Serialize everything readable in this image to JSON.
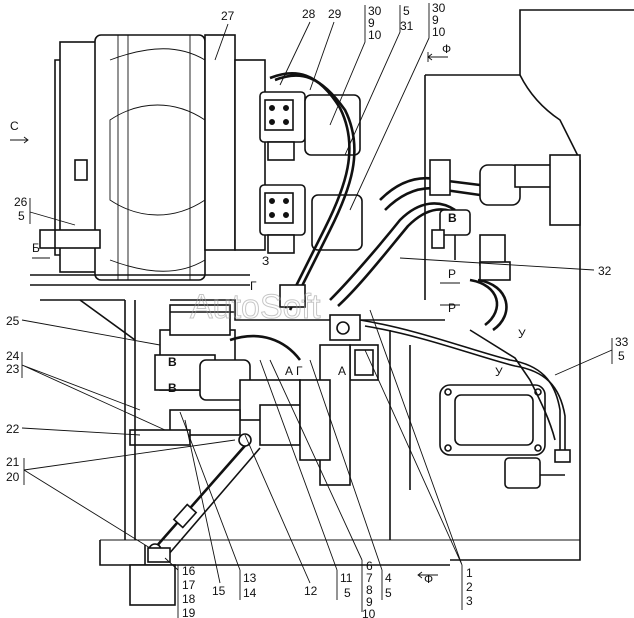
{
  "watermark": "AutoSoft",
  "view_markers": {
    "c": "С",
    "f_top": "Ф",
    "f_bottom": "Ф",
    "b_left": "Б",
    "v1": "В",
    "v2": "В",
    "v3": "В",
    "g1": "Г",
    "g2": "Г",
    "a1": "А",
    "a2": "А",
    "p1": "Р",
    "p2": "Р",
    "u1": "У",
    "u2": "У",
    "z": "З"
  },
  "callouts": {
    "c27": "27",
    "c28": "28",
    "c29": "29",
    "c30a": [
      "30",
      "9",
      "10"
    ],
    "c5_31": [
      "5",
      "31"
    ],
    "c30b": [
      "30",
      "9",
      "10"
    ],
    "c26": [
      "26",
      "5"
    ],
    "c32": "32",
    "c33": [
      "33",
      "5"
    ],
    "c25": "25",
    "c24": [
      "24",
      "23"
    ],
    "c22": "22",
    "c21": [
      "21",
      "20"
    ],
    "c16": [
      "16",
      "17",
      "18",
      "19"
    ],
    "c13": [
      "13",
      "14"
    ],
    "c15": "15",
    "c12": "12",
    "c11": [
      "11",
      "5"
    ],
    "c6": [
      "6",
      "7",
      "8",
      "9",
      "10"
    ],
    "c4": [
      "4",
      "5"
    ],
    "c1": [
      "1",
      "2",
      "3"
    ]
  }
}
